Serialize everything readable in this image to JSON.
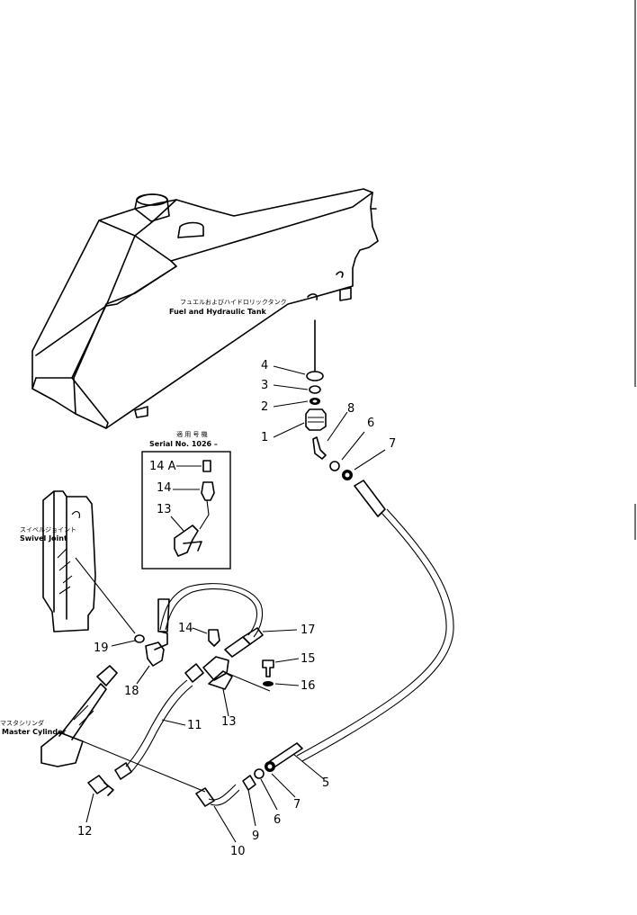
{
  "labels": {
    "tank_jp": "フュエルおよびハイドロリックタンク",
    "tank_en": "Fuel and Hydraulic Tank",
    "serial_jp": "適 用 号 機",
    "serial_en": "Serial No. 1026 –",
    "swivel_jp": "スイベルジョイント",
    "swivel_en": "Swivel Joint",
    "master_jp": "マスタシリンダ",
    "master_en": "Master Cylinder"
  },
  "callouts": {
    "c1": "1",
    "c2": "2",
    "c3": "3",
    "c4": "4",
    "c5": "5",
    "c6a": "6",
    "c6b": "6",
    "c7a": "7",
    "c7b": "7",
    "c8": "8",
    "c9": "9",
    "c10": "10",
    "c11": "11",
    "c12": "12",
    "c13a": "13",
    "c13b": "13",
    "c14a": "14 A",
    "c14b": "14",
    "c14c": "14",
    "c15": "15",
    "c16": "16",
    "c17": "17",
    "c18": "18",
    "c19": "19"
  }
}
